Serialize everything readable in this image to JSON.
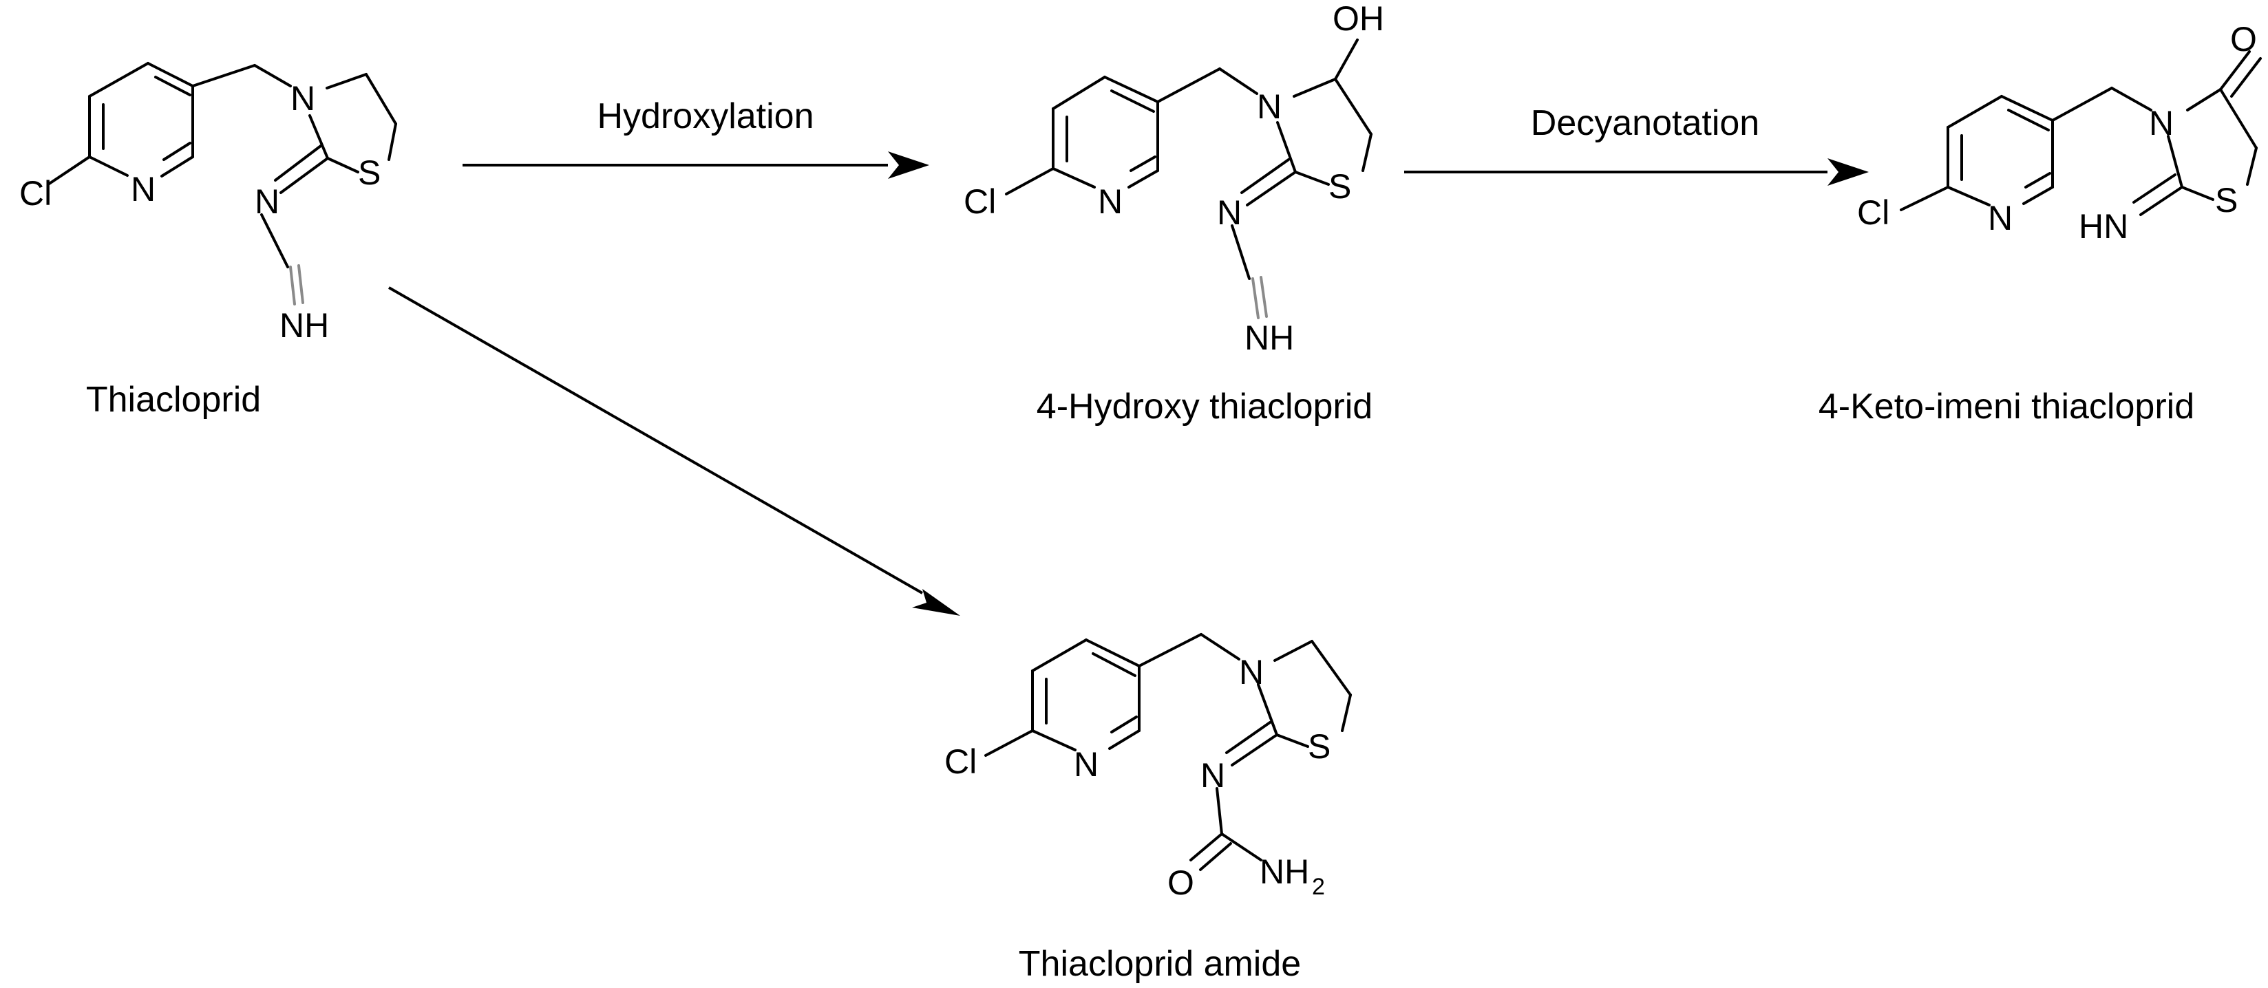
{
  "diagram": {
    "steps": {
      "hydroxylation": "Hydroxylation",
      "decyanotation": "Decyanotation"
    },
    "compounds": {
      "thiacloprid": "Thiacloprid",
      "hydroxy": "4-Hydroxy thiacloprid",
      "keto": "4-Keto-imeni thiacloprid",
      "amide": "Thiacloprid amide"
    },
    "atoms": {
      "cl": "Cl",
      "n": "N",
      "s": "S",
      "nh": "NH",
      "oh": "OH",
      "o": "O",
      "hn": "HN",
      "nh2_main": "NH",
      "nh2_sub": "2"
    }
  }
}
